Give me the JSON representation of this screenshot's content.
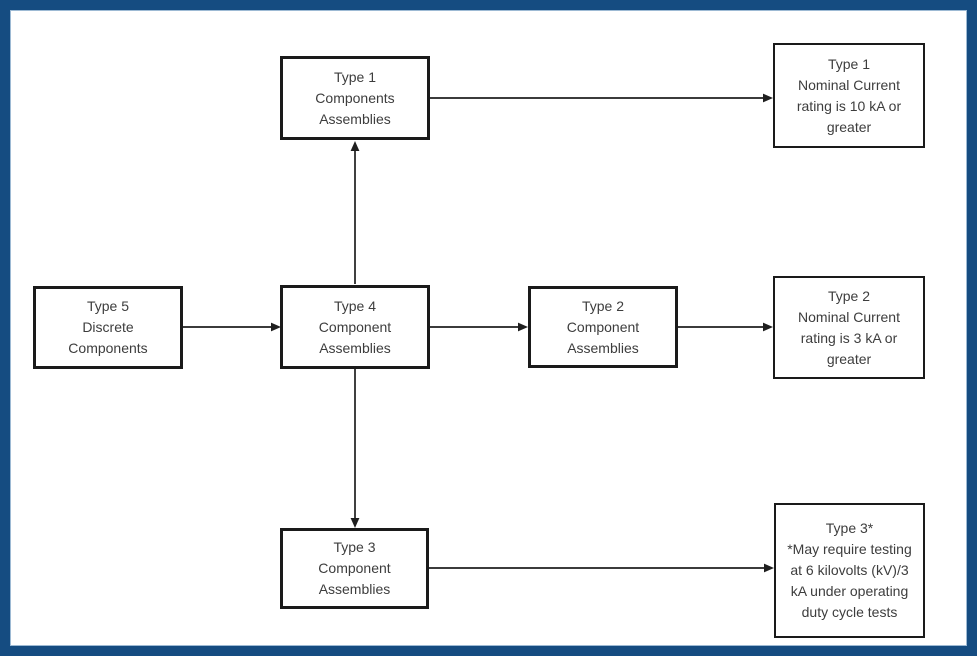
{
  "diagram": {
    "title": "Component assemblies type classification flowchart",
    "nodes": [
      {
        "id": "type-1-components-assemblies",
        "text": "Type 1\nComponents\nAssemblies"
      },
      {
        "id": "type-1-nominal-current",
        "text": "Type 1\nNominal Current\nrating is 10 kA or\ngreater"
      },
      {
        "id": "type-5-discrete-components",
        "text": "Type 5\nDiscrete\nComponents"
      },
      {
        "id": "type-4-component-assemblies",
        "text": "Type 4\nComponent\nAssemblies"
      },
      {
        "id": "type-2-component-assemblies",
        "text": "Type 2\nComponent\nAssemblies"
      },
      {
        "id": "type-2-nominal-current",
        "text": "Type 2\nNominal Current\nrating is 3 kA or\ngreater"
      },
      {
        "id": "type-3-component-assemblies",
        "text": "Type 3\nComponent\nAssemblies"
      },
      {
        "id": "type-3-testing-note",
        "text": "Type 3*\n*May require testing\nat 6 kilovolts (kV)/3\nkA under operating\nduty cycle tests"
      }
    ],
    "edges": [
      {
        "from": "type-1-components-assemblies",
        "to": "type-1-nominal-current",
        "direction": "right"
      },
      {
        "from": "type-4-component-assemblies",
        "to": "type-1-components-assemblies",
        "direction": "up"
      },
      {
        "from": "type-5-discrete-components",
        "to": "type-4-component-assemblies",
        "direction": "right"
      },
      {
        "from": "type-4-component-assemblies",
        "to": "type-2-component-assemblies",
        "direction": "right"
      },
      {
        "from": "type-2-component-assemblies",
        "to": "type-2-nominal-current",
        "direction": "right"
      },
      {
        "from": "type-4-component-assemblies",
        "to": "type-3-component-assemblies",
        "direction": "down"
      },
      {
        "from": "type-3-component-assemblies",
        "to": "type-3-testing-note",
        "direction": "right"
      }
    ],
    "colors": {
      "frame_border": "#154c81",
      "box_border": "#1a1a1a",
      "text": "#3d3d3d",
      "arrow": "#1f1f1f",
      "background": "#ffffff"
    }
  }
}
